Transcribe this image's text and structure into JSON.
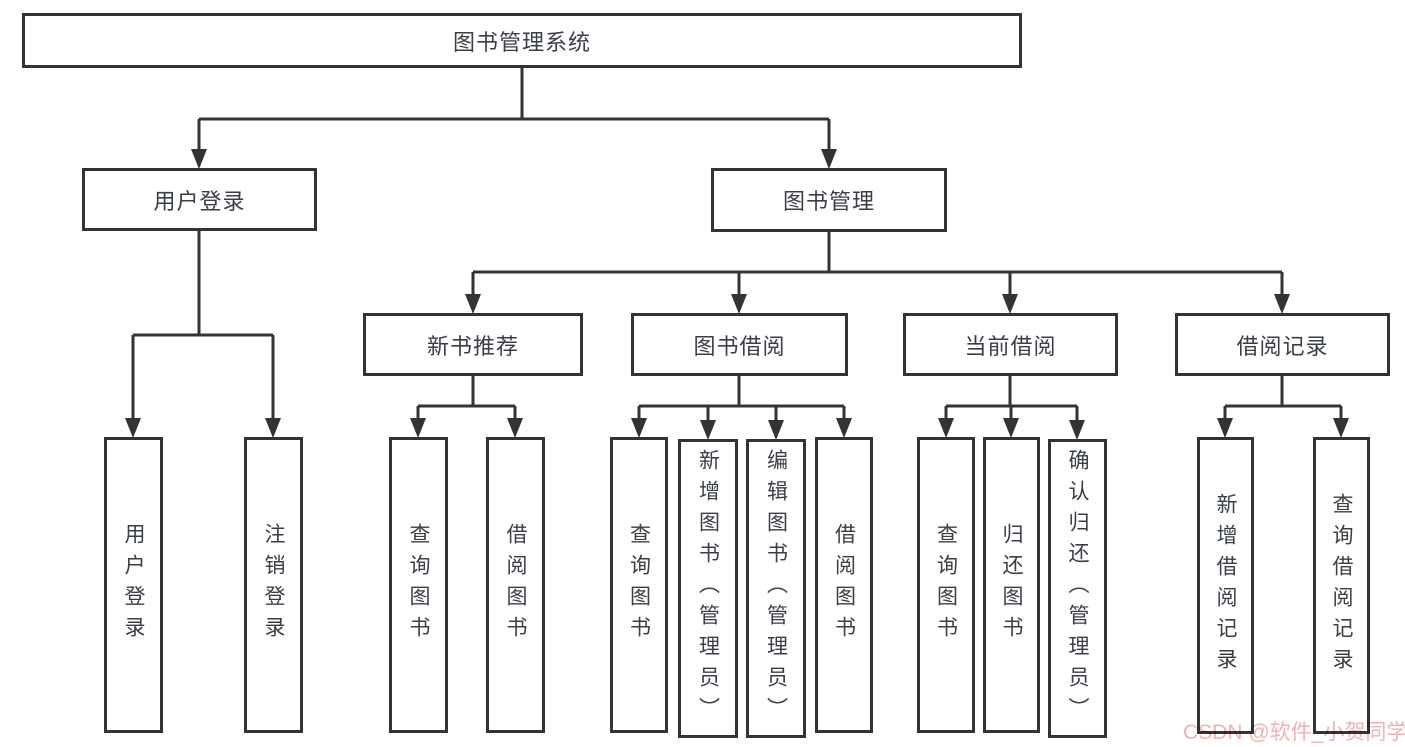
{
  "diagram": {
    "root": "图书管理系统",
    "level2": {
      "user_login": "用户登录",
      "book_management": "图书管理"
    },
    "level3": {
      "new_book_recommend": "新书推荐",
      "book_borrow": "图书借阅",
      "current_borrow": "当前借阅",
      "borrow_records": "借阅记录"
    },
    "leaves": {
      "user_login": [
        "用户登录",
        "注销登录"
      ],
      "new_book_recommend": [
        "查询图书",
        "借阅图书"
      ],
      "book_borrow": [
        "查询图书",
        "新增图书（管理员）",
        "编辑图书（管理员）",
        "借阅图书"
      ],
      "current_borrow": [
        "查询图书",
        "归还图书",
        "确认归还（管理员）"
      ],
      "borrow_records": [
        "新增借阅记录",
        "查询借阅记录"
      ]
    },
    "line_color": "#333333",
    "text_color": "#3a3e45",
    "background": "#ffffff"
  },
  "watermark": {
    "text": "CSDN @软件_小贺同学",
    "color": "#efb2b2"
  }
}
